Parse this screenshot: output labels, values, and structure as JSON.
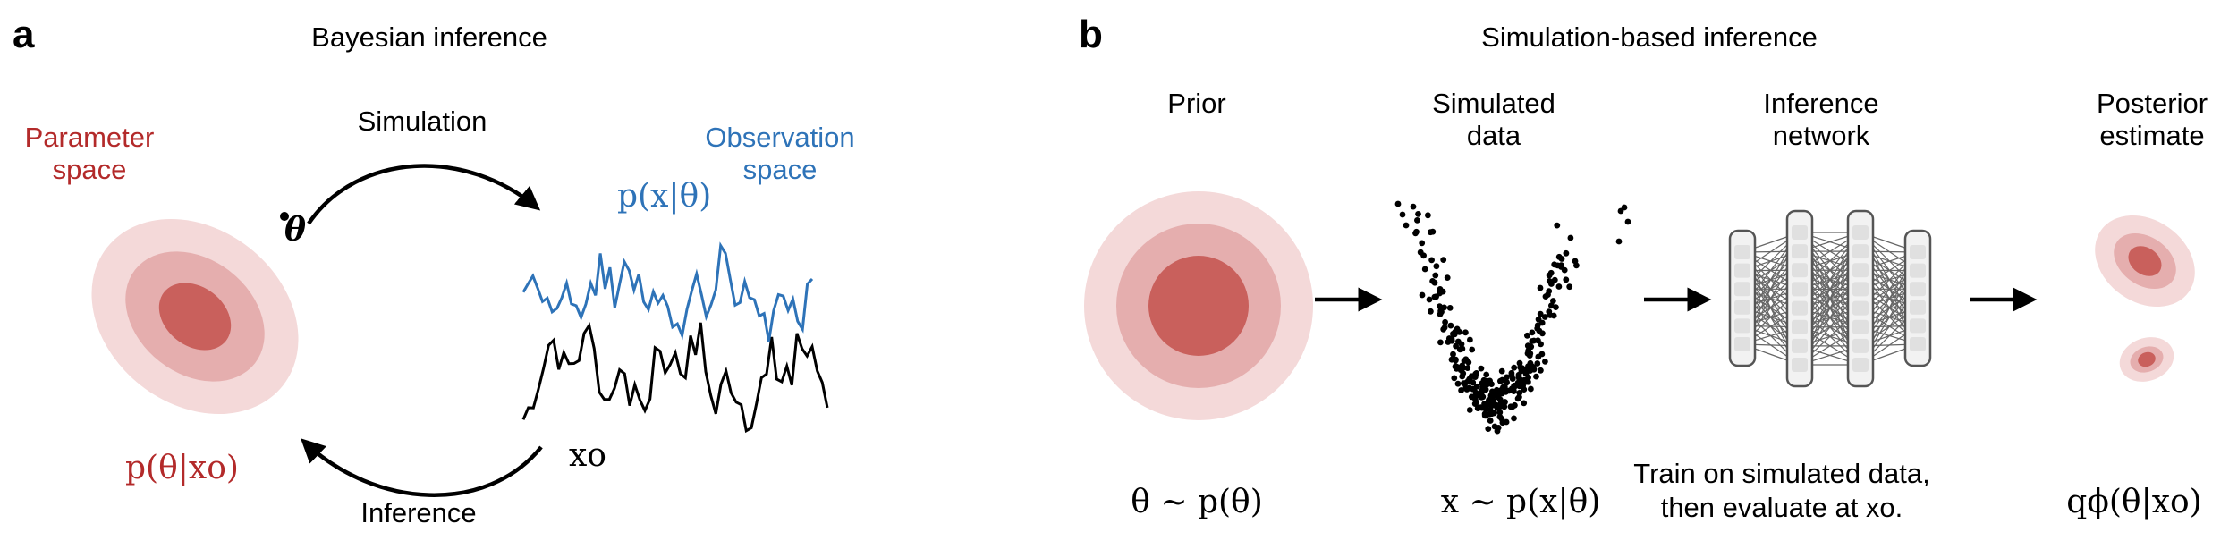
{
  "panels": {
    "a": {
      "letter": "a",
      "title": "Bayesian inference",
      "parameter_space": "Parameter space",
      "observation_space": "Observation space",
      "simulation": "Simulation",
      "inference": "Inference",
      "likelihood_expr": "p(x|θ)",
      "theta_point": "θ",
      "observed_expr": "xo",
      "posterior_expr": "p(θ|xo)"
    },
    "b": {
      "letter": "b",
      "title": "Simulation-based inference",
      "prior": "Prior",
      "simulated_data": "Simulated data",
      "inference_network": "Inference network",
      "posterior_estimate": "Posterior estimate",
      "prior_expr": "θ ∼ p(θ)",
      "simulator_expr": "x ∼ p(x|θ)",
      "train_text_line1": "Train on simulated data,",
      "train_text_line2": "then evaluate at xo.",
      "estimate_expr": "qϕ(θ|xo)"
    }
  },
  "colors": {
    "parameter_red": "#b32a2a",
    "density_dark": "#c9605c",
    "density_mid": "#e5aeae",
    "density_light": "#f4d9d9",
    "observation_blue": "#2e73b8",
    "network_node_fill": "#e6e6e6",
    "network_stroke": "#555555"
  }
}
